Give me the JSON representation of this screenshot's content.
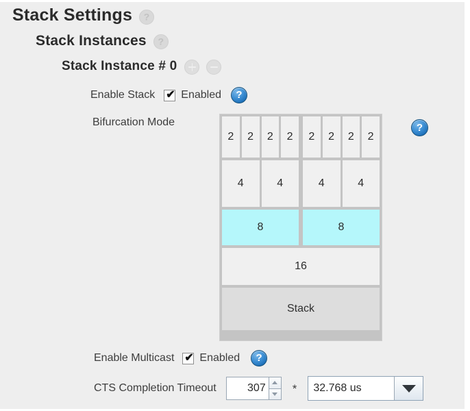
{
  "headings": {
    "level1": "Stack Settings",
    "level2": "Stack Instances",
    "level3": "Stack Instance # 0"
  },
  "icons": {
    "help_glyph": "?",
    "check_glyph": "✔",
    "asterisk_glyph": "*"
  },
  "fields": {
    "enable_stack": {
      "label": "Enable Stack",
      "checkbox_label": "Enabled",
      "checked": true
    },
    "bifurcation_mode": {
      "label": "Bifurcation Mode"
    },
    "enable_multicast": {
      "label": "Enable Multicast",
      "checkbox_label": "Enabled",
      "checked": true
    },
    "cts_completion_timeout": {
      "label": "CTS Completion Timeout",
      "value": "307",
      "multiplier": "*",
      "unit": "32.768 us"
    }
  },
  "bifurcation_grid": {
    "rows": [
      {
        "name": "lanes-x2",
        "cells": [
          {
            "text": "2",
            "selected": false
          },
          {
            "text": "2",
            "selected": false
          },
          {
            "text": "2",
            "selected": false
          },
          {
            "text": "2",
            "selected": false
          },
          {
            "text": "2",
            "selected": false
          },
          {
            "text": "2",
            "selected": false
          },
          {
            "text": "2",
            "selected": false
          },
          {
            "text": "2",
            "selected": false
          }
        ]
      },
      {
        "name": "lanes-x4",
        "cells": [
          {
            "text": "4",
            "selected": false
          },
          {
            "text": "4",
            "selected": false
          },
          {
            "text": "4",
            "selected": false
          },
          {
            "text": "4",
            "selected": false
          }
        ]
      },
      {
        "name": "lanes-x8",
        "cells": [
          {
            "text": "8",
            "selected": true
          },
          {
            "text": "8",
            "selected": true
          }
        ]
      },
      {
        "name": "lanes-x16",
        "cells": [
          {
            "text": "16",
            "selected": false
          }
        ]
      },
      {
        "name": "stack-row",
        "cells": [
          {
            "text": "Stack",
            "selected": false
          }
        ]
      }
    ]
  },
  "colors": {
    "page_background": "#eeeeee",
    "selected_cell": "#b5f7fb",
    "cell": "#f0f0f0",
    "grid_border": "#c4c4c4",
    "stack_cell": "#dddddd",
    "help_blue": "#3d8fd4",
    "help_disabled": "#d9d9d9"
  }
}
